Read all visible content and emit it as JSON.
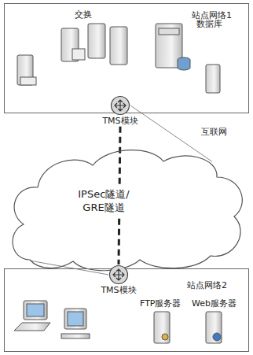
{
  "diagram": {
    "nodes": [
      {
        "text": [
          "站点网络1"
        ]
      },
      {
        "text": [
          "TMS模块"
        ]
      },
      {
        "text": [
          "IPSec隧道/ GRE隧道"
        ]
      },
      {
        "text": [
          "TMS模块"
        ]
      },
      {
        "text": [
          "站点网络2"
        ]
      }
    ],
    "edges": [
      {
        "from": 1,
        "to": 3,
        "arrow": "none"
      },
      {
        "from": 1,
        "to": 2,
        "arrow": "none"
      },
      {
        "from": 3,
        "to": 2,
        "arrow": "none"
      }
    ],
    "labels": [
      "交换",
      "数据库",
      "互联网",
      "FTP服务器",
      "Web服务器"
    ]
  }
}
